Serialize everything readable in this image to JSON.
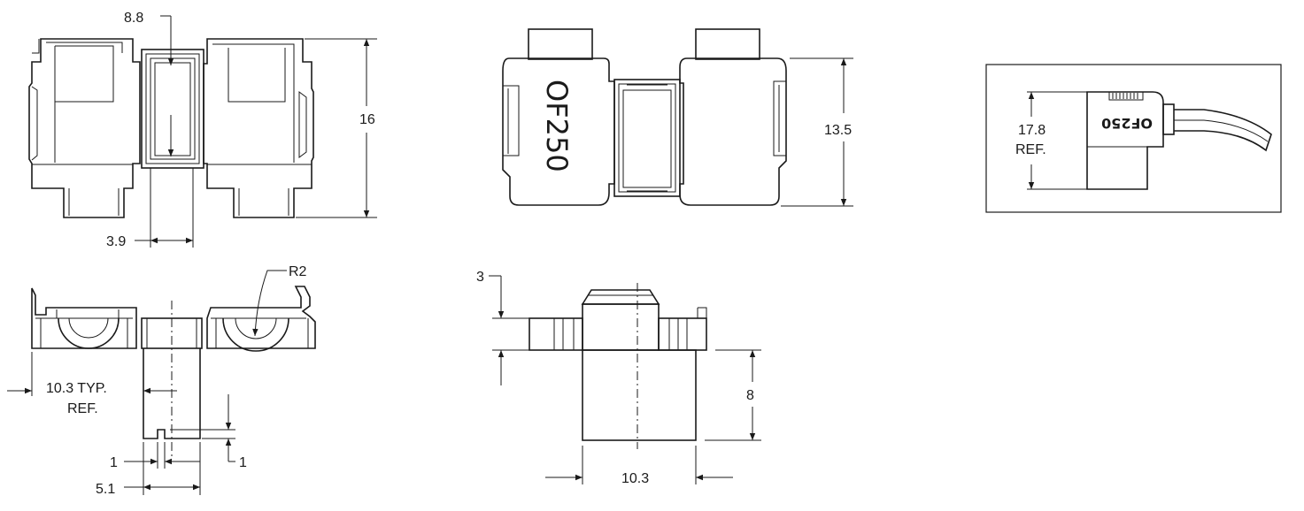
{
  "top_left_view": {
    "dim_width_top": "8.8",
    "dim_height": "16",
    "dim_width_bottom": "3.9"
  },
  "top_middle_view": {
    "marking": "OF250",
    "dim_height": "13.5"
  },
  "inset_view": {
    "marking": "OF250",
    "dim_height_line1": "17.8",
    "dim_height_line2": "REF."
  },
  "bottom_left_view": {
    "dim_radius": "R2",
    "dim_typ_line1": "10.3 TYP.",
    "dim_typ_line2": "REF.",
    "dim_gap": "1",
    "dim_step": "1",
    "dim_width": "5.1"
  },
  "bottom_middle_view": {
    "dim_top": "3",
    "dim_height": "8",
    "dim_width": "10.3"
  }
}
